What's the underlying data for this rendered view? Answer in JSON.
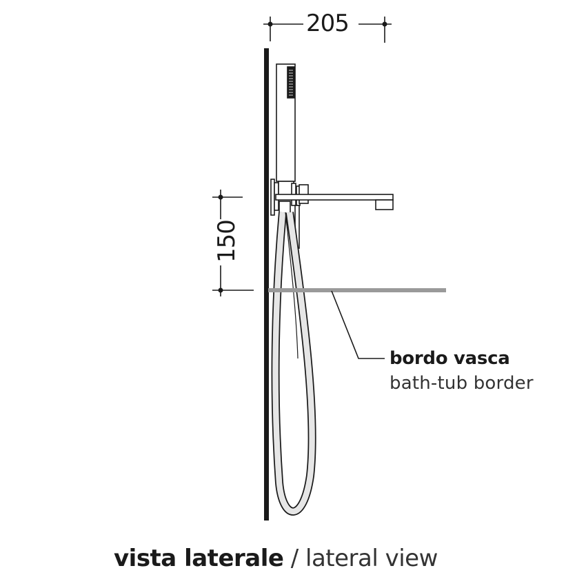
{
  "dimensions": {
    "width_label": "205",
    "height_label": "150"
  },
  "callout": {
    "label_it": "bordo vasca",
    "label_en": "bath-tub border"
  },
  "caption": {
    "label_it": "vista laterale",
    "separator": " / ",
    "label_en": "lateral view"
  },
  "colors": {
    "line": "#1a1a1a",
    "wall": "#1a1a1a",
    "tub_border": "#9a9a9a",
    "hose_fill": "#e6e6e6"
  }
}
